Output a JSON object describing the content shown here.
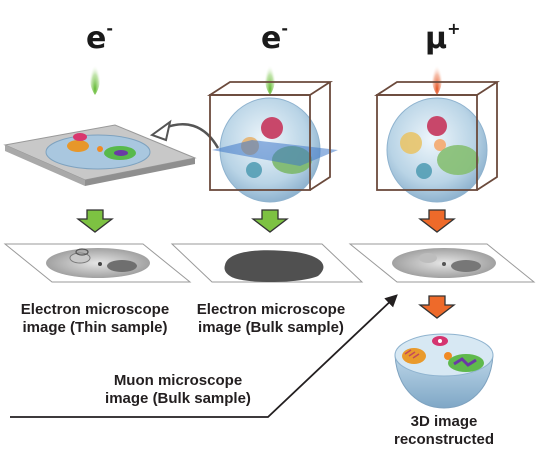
{
  "beams": [
    {
      "particle": "e",
      "charge": "-",
      "color": "#6fbf3a"
    },
    {
      "particle": "e",
      "charge": "-",
      "color": "#6fbf3a"
    },
    {
      "particle": "μ",
      "charge": "+",
      "color": "#e8602c"
    }
  ],
  "arrow_colors": {
    "electron": "#7dc242",
    "muon": "#ee6a2a"
  },
  "labels": {
    "thin_line1": "Electron microscope",
    "thin_line2": "image (Thin sample)",
    "bulk_line1": "Electron microscope",
    "bulk_line2": "image (Bulk sample)",
    "muon_line1": "Muon microscope",
    "muon_line2": "image (Bulk sample)",
    "recon_line1": "3D image",
    "recon_line2": "reconstructed"
  }
}
